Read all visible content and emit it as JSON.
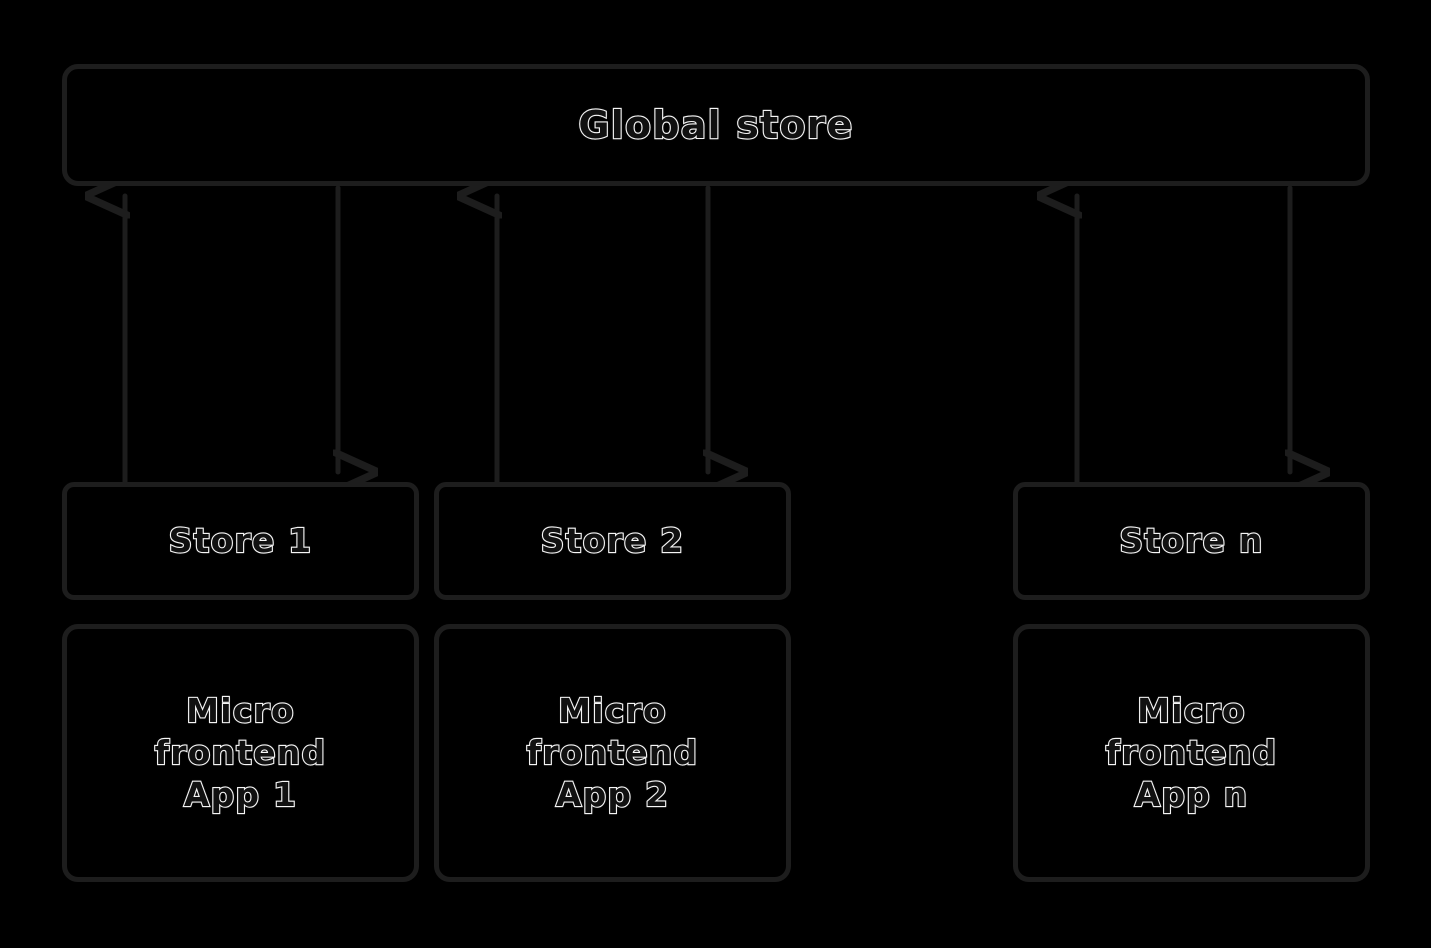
{
  "diagram": {
    "title_node": {
      "label": "Global store",
      "name": "global-store"
    },
    "columns": [
      {
        "store": {
          "label": "Store 1"
        },
        "app": {
          "label": "Micro\nfrontend\nApp 1"
        },
        "arrow_up": {
          "label": "store-1-to-global-store"
        },
        "arrow_down": {
          "label": "global-store-to-store-1"
        }
      },
      {
        "store": {
          "label": "Store 2"
        },
        "app": {
          "label": "Micro\nfrontend\nApp 2"
        },
        "arrow_up": {
          "label": "store-2-to-global-store"
        },
        "arrow_down": {
          "label": "global-store-to-store-2"
        }
      },
      {
        "store": {
          "label": "Store n"
        },
        "app": {
          "label": "Micro\nfrontend\nApp n"
        },
        "arrow_up": {
          "label": "store-n-to-global-store"
        },
        "arrow_down": {
          "label": "global-store-to-store-n"
        }
      }
    ],
    "colors": {
      "background": "#000000",
      "stroke": "#1d1d1d",
      "text_fill": "#111111",
      "text_outline": "#f3f3f3"
    }
  }
}
